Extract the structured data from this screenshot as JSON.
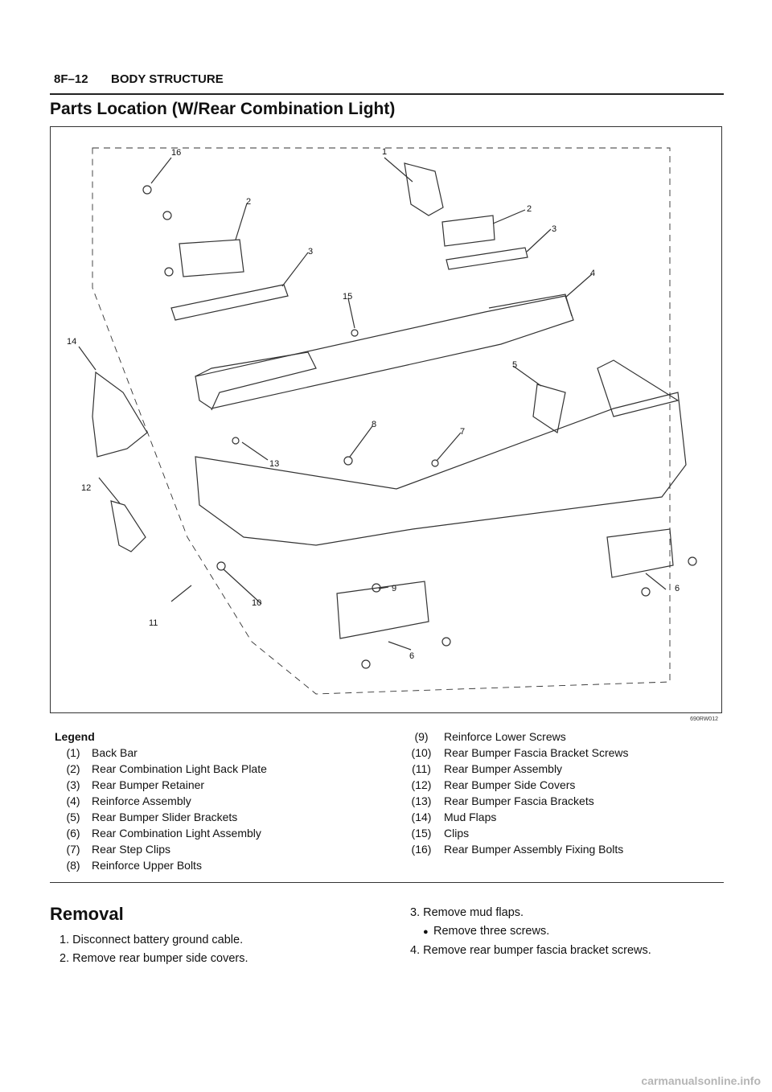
{
  "header": {
    "page_number": "8F–12",
    "section": "BODY STRUCTURE"
  },
  "title": "Parts Location (W/Rear Combination Light)",
  "figure": {
    "figure_id": "690RW012",
    "callouts": [
      "1",
      "2",
      "3",
      "4",
      "5",
      "6",
      "7",
      "8",
      "9",
      "10",
      "11",
      "12",
      "13",
      "14",
      "15",
      "16"
    ]
  },
  "legend": {
    "title": "Legend",
    "items": [
      {
        "num": "(1)",
        "label": "Back Bar"
      },
      {
        "num": "(2)",
        "label": "Rear Combination Light Back Plate"
      },
      {
        "num": "(3)",
        "label": "Rear Bumper Retainer"
      },
      {
        "num": "(4)",
        "label": "Reinforce Assembly"
      },
      {
        "num": "(5)",
        "label": "Rear Bumper Slider Brackets"
      },
      {
        "num": "(6)",
        "label": "Rear Combination Light Assembly"
      },
      {
        "num": "(7)",
        "label": "Rear Step Clips"
      },
      {
        "num": "(8)",
        "label": "Reinforce Upper Bolts"
      },
      {
        "num": "(9)",
        "label": "Reinforce Lower Screws"
      },
      {
        "num": "(10)",
        "label": "Rear Bumper Fascia Bracket Screws"
      },
      {
        "num": "(11)",
        "label": "Rear Bumper Assembly"
      },
      {
        "num": "(12)",
        "label": "Rear Bumper Side Covers"
      },
      {
        "num": "(13)",
        "label": "Rear Bumper Fascia Brackets"
      },
      {
        "num": "(14)",
        "label": "Mud Flaps"
      },
      {
        "num": "(15)",
        "label": "Clips"
      },
      {
        "num": "(16)",
        "label": "Rear Bumper Assembly Fixing Bolts"
      }
    ]
  },
  "removal": {
    "title": "Removal",
    "steps": [
      {
        "text": "1. Disconnect battery ground cable."
      },
      {
        "text": "2. Remove rear bumper side covers."
      },
      {
        "text": "3. Remove mud flaps."
      },
      {
        "text": "Remove three screws."
      },
      {
        "text": "4. Remove rear bumper fascia bracket screws."
      }
    ]
  },
  "watermark": "carmanualsonline.info"
}
